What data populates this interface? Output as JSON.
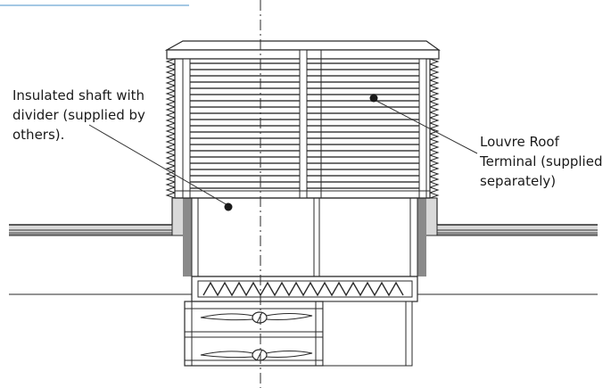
{
  "colors": {
    "line": "#2a2a2a",
    "roof_fill": "#d9d9d9",
    "roof_stripe": "#6f6f6f",
    "wall_grey": "#8a8a8a",
    "leader": "#333333",
    "top_rule": "#4a90c8",
    "background": "#ffffff"
  },
  "labels": {
    "shaft": {
      "lines": [
        "Insulated shaft with",
        "divider (supplied by",
        "others)."
      ]
    },
    "louvre": {
      "lines": [
        "Louvre Roof",
        "Terminal (supplied",
        "separately)"
      ]
    }
  },
  "icons": {
    "centre_line": "dash-dot-line",
    "fan_blade": "propeller-icon"
  }
}
